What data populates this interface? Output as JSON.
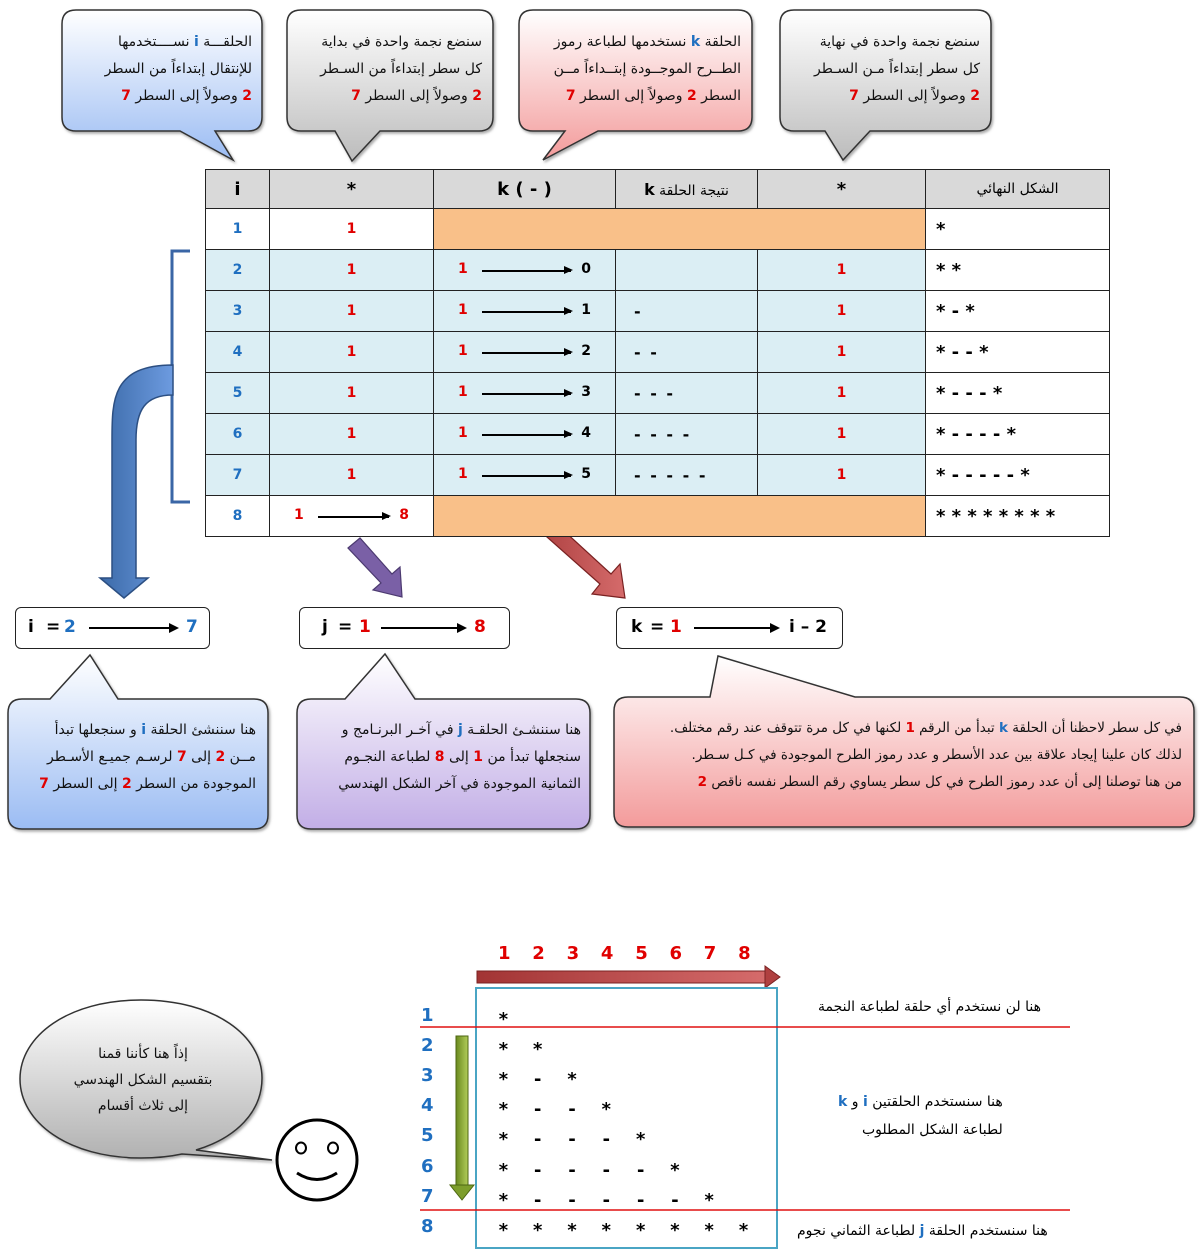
{
  "callouts_top": [
    {
      "id": "i-loop",
      "parts": [
        [
          "الحلقـــة ",
          ""
        ],
        [
          "i",
          "blue"
        ],
        [
          " نســــتخدمها",
          ""
        ]
      ],
      "l2": "للإنتقال إبتداءاً من السطر",
      "l3": [
        [
          "2",
          "red"
        ],
        [
          " وصولاً إلى السطر ",
          ""
        ],
        [
          "7",
          "red"
        ]
      ]
    },
    {
      "id": "first-star",
      "l1": "سنضع نجمة واحدة في بداية",
      "l2": "كل سطر إبتداءاً من السـطر",
      "l3": [
        [
          "2",
          "red"
        ],
        [
          " وصولاً إلى السطر ",
          ""
        ],
        [
          "7",
          "red"
        ]
      ]
    },
    {
      "id": "k-loop",
      "parts": [
        [
          "الحلقة ",
          ""
        ],
        [
          "k",
          "blue"
        ],
        [
          " نستخدمها لطباعة رموز",
          ""
        ]
      ],
      "l2": "الطــرح الموجــودة إبتــداءاً مــن",
      "l3": [
        [
          "السطر ",
          ""
        ],
        [
          "2",
          "red"
        ],
        [
          " وصولاً إلى السطر ",
          ""
        ],
        [
          "7",
          "red"
        ]
      ]
    },
    {
      "id": "last-star",
      "l1": "سنضع نجمة واحدة في نهاية",
      "l2": "كل سطر إبتداءاً مـن السـطر",
      "l3": [
        [
          "2",
          "red"
        ],
        [
          " وصولاً إلى السطر ",
          ""
        ],
        [
          "7",
          "red"
        ]
      ]
    }
  ],
  "table": {
    "headers": [
      "i",
      "*",
      "k ( - )",
      "نتيجة الحلقة k",
      "*",
      "الشكل النهائي"
    ],
    "rows": [
      {
        "i": "1",
        "first": "1",
        "k_from": "",
        "k_to": "",
        "result": "",
        "last": "",
        "shape": "*"
      },
      {
        "i": "2",
        "first": "1",
        "k_from": "1",
        "k_to": "0",
        "result": "",
        "last": "1",
        "shape": "* *"
      },
      {
        "i": "3",
        "first": "1",
        "k_from": "1",
        "k_to": "1",
        "result": "-",
        "last": "1",
        "shape": "* - *"
      },
      {
        "i": "4",
        "first": "1",
        "k_from": "1",
        "k_to": "2",
        "result": "- -",
        "last": "1",
        "shape": "* - - *"
      },
      {
        "i": "5",
        "first": "1",
        "k_from": "1",
        "k_to": "3",
        "result": "- - -",
        "last": "1",
        "shape": "* - - - *"
      },
      {
        "i": "6",
        "first": "1",
        "k_from": "1",
        "k_to": "4",
        "result": "- - - -",
        "last": "1",
        "shape": "* - - - - *"
      },
      {
        "i": "7",
        "first": "1",
        "k_from": "1",
        "k_to": "5",
        "result": "- - - - -",
        "last": "1",
        "shape": "* - - - - - *"
      },
      {
        "i": "8",
        "first_from": "1",
        "first_to": "8",
        "shape": "* * * * * * * *"
      }
    ]
  },
  "loops": {
    "i": {
      "var": "i",
      "eq": "=",
      "from": "2",
      "to": "7"
    },
    "j": {
      "var": "j",
      "eq": "=",
      "from": "1",
      "to": "8"
    },
    "k": {
      "var": "k",
      "eq": "=",
      "from": "1",
      "to": "i – 2"
    }
  },
  "callouts_bottom": {
    "i": {
      "l1": [
        [
          "هنا سننشئ الحلقة ",
          ""
        ],
        [
          "i",
          "blue"
        ],
        [
          " و سنجعلها تبدأ",
          ""
        ]
      ],
      "l2": [
        [
          "مــن ",
          ""
        ],
        [
          "2",
          "red"
        ],
        [
          " إلى ",
          ""
        ],
        [
          "7",
          "red"
        ],
        [
          " لرسـم جميـع الأسـطر",
          ""
        ]
      ],
      "l3": [
        [
          "الموجودة من السطر ",
          ""
        ],
        [
          "2",
          "red"
        ],
        [
          " إلى السطر ",
          ""
        ],
        [
          "7",
          "red"
        ]
      ]
    },
    "j": {
      "l1": [
        [
          "هنا سننشـئ الحلقـة ",
          ""
        ],
        [
          "j",
          "blue"
        ],
        [
          " في آخـر البرنـامج و",
          ""
        ]
      ],
      "l2": [
        [
          "سنجعلها تبدأ من ",
          ""
        ],
        [
          "1",
          "red"
        ],
        [
          " إلى ",
          ""
        ],
        [
          "8",
          "red"
        ],
        [
          " لطباعة النجـوم",
          ""
        ]
      ],
      "l3": [
        [
          "الثمانية الموجودة في آخر الشكل الهندسي",
          ""
        ]
      ]
    },
    "k": {
      "l1": [
        [
          "في كل سطر لاحظنا أن الحلقة ",
          ""
        ],
        [
          "k",
          "blue"
        ],
        [
          " تبدأ من الرقم ",
          ""
        ],
        [
          "1",
          "red"
        ],
        [
          " لكنها في كل مرة تتوقف عند رقم مختلف.",
          ""
        ]
      ],
      "l2": [
        [
          "لذلك كان علينا إيجاد علاقة بين عدد الأسطر و عدد رموز الطرح الموجودة في كـل سـطر.",
          ""
        ]
      ],
      "l3": [
        [
          "من هنا توصلنا إلى أن عدد رموز الطرح في كل سطر يساوي رقم السطر نفسه ناقص ",
          ""
        ],
        [
          "2",
          "red"
        ]
      ]
    }
  },
  "bottom": {
    "columns": [
      "1",
      "2",
      "3",
      "4",
      "5",
      "6",
      "7",
      "8"
    ],
    "rows": [
      "1",
      "2",
      "3",
      "4",
      "5",
      "6",
      "7",
      "8"
    ],
    "grid": [
      "*",
      "**",
      "*-*",
      "*--*",
      "*---*",
      "*----*",
      "*-----*",
      "********"
    ],
    "note_row1": "هنا لن نستخدم أي حلقة لطباعة النجمة",
    "note_middle_l1": [
      [
        "هنا سنستخدم الحلقتين ",
        ""
      ],
      [
        "i",
        "blue"
      ],
      [
        " و ",
        ""
      ],
      [
        "k",
        "blue"
      ]
    ],
    "note_middle_l2": "لطباعة الشكل المطلوب",
    "note_row8": [
      [
        "هنا سنستخدم الحلقة ",
        ""
      ],
      [
        "j",
        "blue"
      ],
      [
        " لطباعة الثماني نجوم",
        ""
      ]
    ]
  },
  "speech": {
    "l1": "إذاً هنا كأننا قمنا",
    "l2": "بتقسيم الشكل الهندسي",
    "l3": "إلى ثلاث أقسام"
  },
  "colors": {
    "blue_text": "#1f6fc0",
    "red_text": "#e00000",
    "callout_blue": "#a7c7f5",
    "callout_gray": "#c9c9c9",
    "callout_pink": "#f6aaaa",
    "callout_purple": "#c9b8e8",
    "table_row_blue": "#dbeef4",
    "table_orange": "#f9c089"
  }
}
